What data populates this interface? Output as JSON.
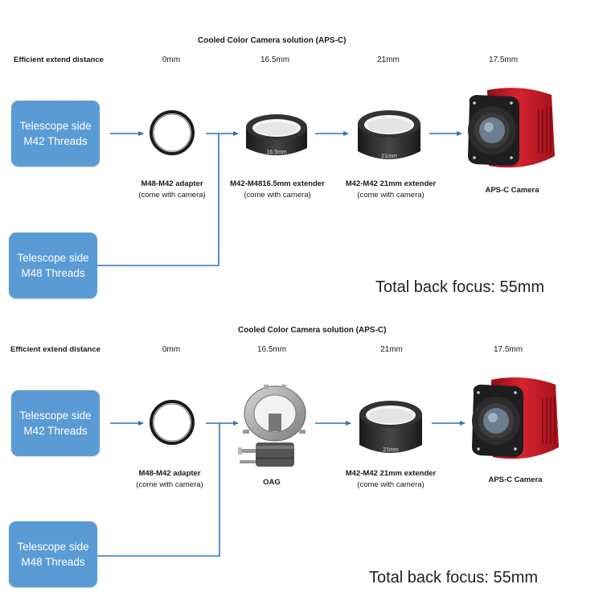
{
  "panels": [
    {
      "title": "Cooled Color Camera solution (APS-C)",
      "row_label": "Efficient extend distance",
      "distances": [
        "0mm",
        "16.5mm",
        "21mm",
        "17.5mm"
      ],
      "box_top": {
        "line1": "Telescope side",
        "line2": "M42 Threads"
      },
      "box_bottom": {
        "line1": "Telescope side",
        "line2": "M48 Threads"
      },
      "captions": [
        {
          "name": "M48-M42 adapter",
          "note": "(come with camera)"
        },
        {
          "name": "M42-M4816.5mm extender",
          "note": "(come with camera)"
        },
        {
          "name": "M42-M42 21mm extender",
          "note": "(come with camera)"
        },
        {
          "name": "APS-C Camera",
          "note": ""
        }
      ],
      "ring_labels": [
        "16.5mm",
        "21mm"
      ],
      "total": "Total back focus: 55mm"
    },
    {
      "title": "Cooled Color Camera solution (APS-C)",
      "row_label": "Efficient extend distance",
      "distances": [
        "0mm",
        "16.5mm",
        "21mm",
        "17.5mm"
      ],
      "box_top": {
        "line1": "Telescope side",
        "line2": "M42 Threads"
      },
      "box_bottom": {
        "line1": "Telescope side",
        "line2": "M48 Threads"
      },
      "captions": [
        {
          "name": "M48-M42 adapter",
          "note": "(come with camera)"
        },
        {
          "name": "OAG",
          "note": ""
        },
        {
          "name": "M42-M42 21mm extender",
          "note": "(come with camera)"
        },
        {
          "name": "APS-C Camera",
          "note": ""
        }
      ],
      "ring_labels": [
        "21mm"
      ],
      "total": "Total back focus: 55mm"
    }
  ],
  "colors": {
    "box": "#5b9bd5",
    "arrow": "#2e75b6",
    "camera_red": "#d0202a",
    "ring_dark": "#2b2b2b"
  }
}
